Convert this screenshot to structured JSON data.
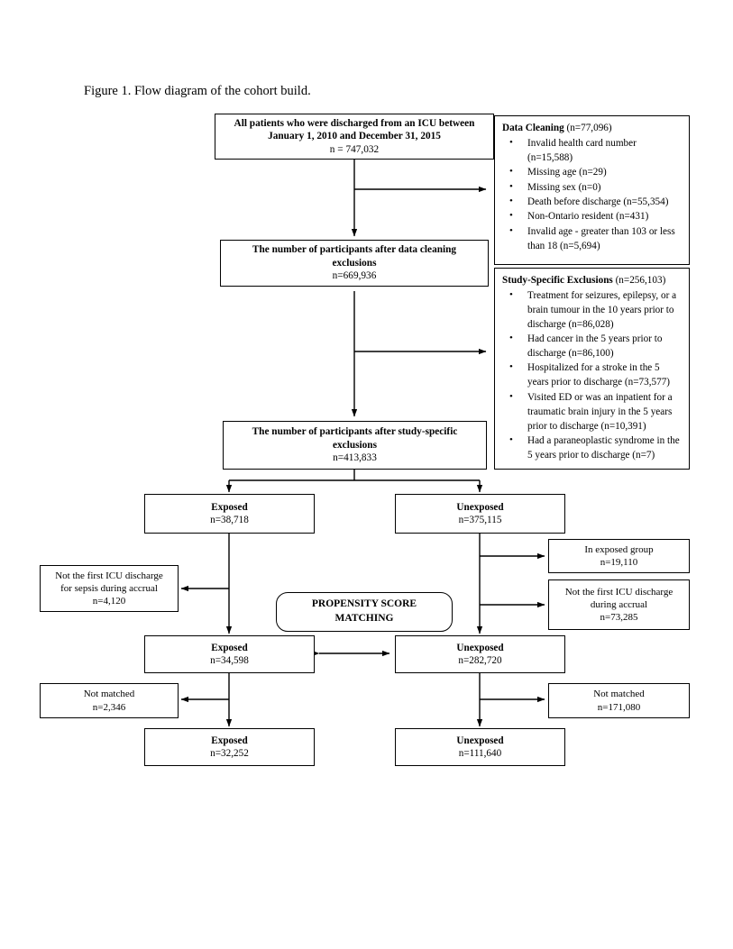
{
  "figure": {
    "caption": "Figure 1. Flow diagram of the cohort build."
  },
  "nodes": {
    "all_patients": {
      "line1": "All patients who were discharged from an ICU between",
      "line2": "January 1, 2010 and December 31, 2015",
      "count": "n = 747,032"
    },
    "after_data_cleaning": {
      "line1": "The number of participants after data cleaning",
      "line2": "exclusions",
      "count": "n=669,936"
    },
    "after_study_specific": {
      "line1": "The number of participants after study-specific",
      "line2": "exclusions",
      "count": "n=413,833"
    },
    "exposed_1": {
      "label": "Exposed",
      "count": "n=38,718"
    },
    "unexposed_1": {
      "label": "Unexposed",
      "count": "n=375,115"
    },
    "exposed_2": {
      "label": "Exposed",
      "count": "n=34,598"
    },
    "unexposed_2": {
      "label": "Unexposed",
      "count": "n=282,720"
    },
    "exposed_3": {
      "label": "Exposed",
      "count": "n=32,252"
    },
    "unexposed_3": {
      "label": "Unexposed",
      "count": "n=111,640"
    },
    "propensity": {
      "line1": "PROPENSITY SCORE",
      "line2": "MATCHING"
    }
  },
  "side_boxes": {
    "not_first_icu_sepsis": {
      "line1": "Not the first ICU discharge",
      "line2": "for sepsis during accrual",
      "count": "n=4,120"
    },
    "in_exposed_group": {
      "line1": "In exposed group",
      "count": "n=19,110"
    },
    "not_first_icu_accrual": {
      "line1": "Not the first ICU discharge",
      "line2": "during accrual",
      "count": "n=73,285"
    },
    "not_matched_exposed": {
      "line1": "Not matched",
      "count": "n=2,346"
    },
    "not_matched_unexposed": {
      "line1": "Not matched",
      "count": "n=171,080"
    }
  },
  "exclusions": {
    "data_cleaning": {
      "title": "Data Cleaning",
      "total": "(n=77,096)",
      "items": [
        "Invalid health card number (n=15,588)",
        "Missing age (n=29)",
        "Missing sex (n=0)",
        "Death before discharge (n=55,354)",
        "Non-Ontario resident (n=431)",
        "Invalid age - greater than 103 or less than 18 (n=5,694)"
      ]
    },
    "study_specific": {
      "title": "Study-Specific Exclusions",
      "total": "(n=256,103)",
      "items": [
        "Treatment for seizures, epilepsy, or a brain tumour in the 10 years prior to discharge (n=86,028)",
        "Had cancer in the 5 years prior to discharge (n=86,100)",
        "Hospitalized for a stroke in the 5 years prior to discharge (n=73,577)",
        "Visited ED or was an inpatient for a traumatic brain injury in the 5 years prior to discharge (n=10,391)",
        "Had a paraneoplastic syndrome in the 5 years prior to discharge (n=7)"
      ]
    }
  },
  "colors": {
    "stroke": "#000000",
    "background": "#ffffff"
  }
}
